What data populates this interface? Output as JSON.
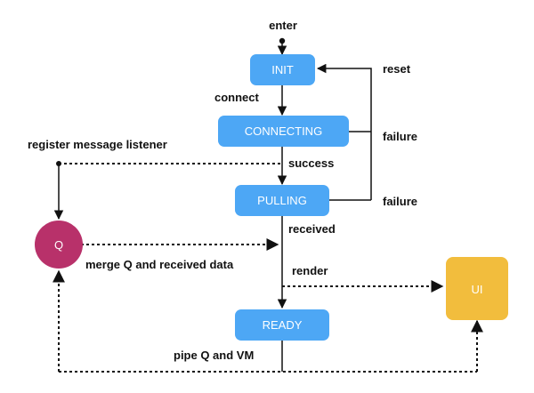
{
  "nodes": {
    "init": "INIT",
    "connecting": "CONNECTING",
    "pulling": "PULLING",
    "ready": "READY",
    "q": "Q",
    "ui": "UI"
  },
  "edges": {
    "enter": "enter",
    "connect": "connect",
    "success": "success",
    "received": "received",
    "render": "render",
    "reset": "reset",
    "failure_connecting": "failure",
    "failure_pulling": "failure",
    "register": "register message listener",
    "merge": "merge Q and received data",
    "pipe": "pipe Q and VM"
  },
  "colors": {
    "state": "#4DA7F5",
    "queue": "#B8316A",
    "ui": "#F2BD3D",
    "line": "#111111"
  }
}
